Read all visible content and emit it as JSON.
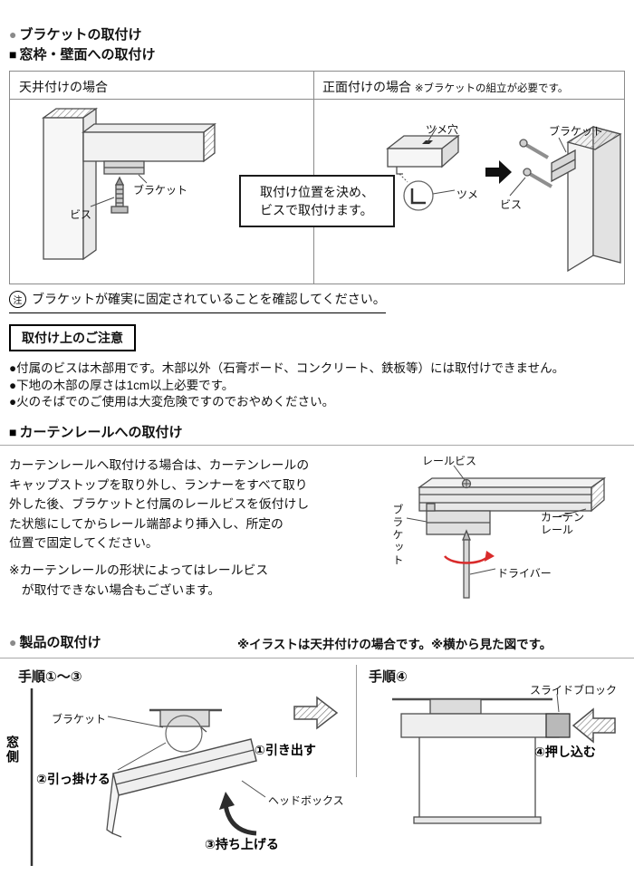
{
  "colors": {
    "bullet_gray": "#8a8a8a",
    "red_arrow": "#d92b2b",
    "table_border": "#8b8b8b",
    "box_border": "#000000"
  },
  "icons": {
    "circle_bullet": "●",
    "square_bullet": "■"
  },
  "sec_bracket": {
    "title": "ブラケットの取付け",
    "sub_title": "窓枠・壁面への取付け"
  },
  "mount_table": {
    "ceiling_header": "天井付けの場合",
    "front_header": "正面付けの場合",
    "front_note": "※ブラケットの組立が必要です。",
    "center_note": "取付け位置を決め、\nビスで取付けます。",
    "labels": {
      "ceiling_bracket": "ブラケット",
      "ceiling_screw": "ビス",
      "claw_hole": "ツメ穴",
      "claw": "ツメ",
      "front_bracket": "ブラケット",
      "front_screw": "ビス"
    }
  },
  "fix_note": {
    "mark": "注",
    "text": "ブラケットが確実に固定されていることを確認してください。"
  },
  "caution": {
    "title": "取付け上のご注意",
    "items": [
      "●付属のビスは木部用です。木部以外（石膏ボード、コンクリート、鉄板等）には取付けできません。",
      "●下地の木部の厚さは1cm以上必要です。",
      "●火のそばでのご使用は大変危険ですのでおやめください。"
    ]
  },
  "rail_section": {
    "title": "カーテンレールへの取付け",
    "body": "カーテンレールへ取付ける場合は、カーテンレールの\nキャップストップを取り外し、ランナーをすべて取り\n外した後、ブラケットと付属のレールビスを仮付けし\nた状態にしてからレール端部より挿入し、所定の\n位置で固定してください。",
    "note": "※カーテンレールの形状によってはレールビス\n　が取付できない場合もございます。",
    "labels": {
      "rail_screw": "レールビス",
      "curtain_rail": "カーテン\nレール",
      "bracket": "ブラケット",
      "driver": "ドライバー"
    }
  },
  "product_section": {
    "title": "製品の取付け",
    "note": "※イラストは天井付けの場合です。※横から見た図です。",
    "steps_left_title": "手順①〜③",
    "steps_right_title": "手順④",
    "labels_left": {
      "bracket": "ブラケット",
      "window_side": "窓側",
      "step2": "②引っ掛ける",
      "step1": "①引き出す",
      "headbox": "ヘッドボックス",
      "step3": "③持ち上げる"
    },
    "labels_right": {
      "slide_block": "スライドブロック",
      "step4": "④押し込む"
    }
  }
}
